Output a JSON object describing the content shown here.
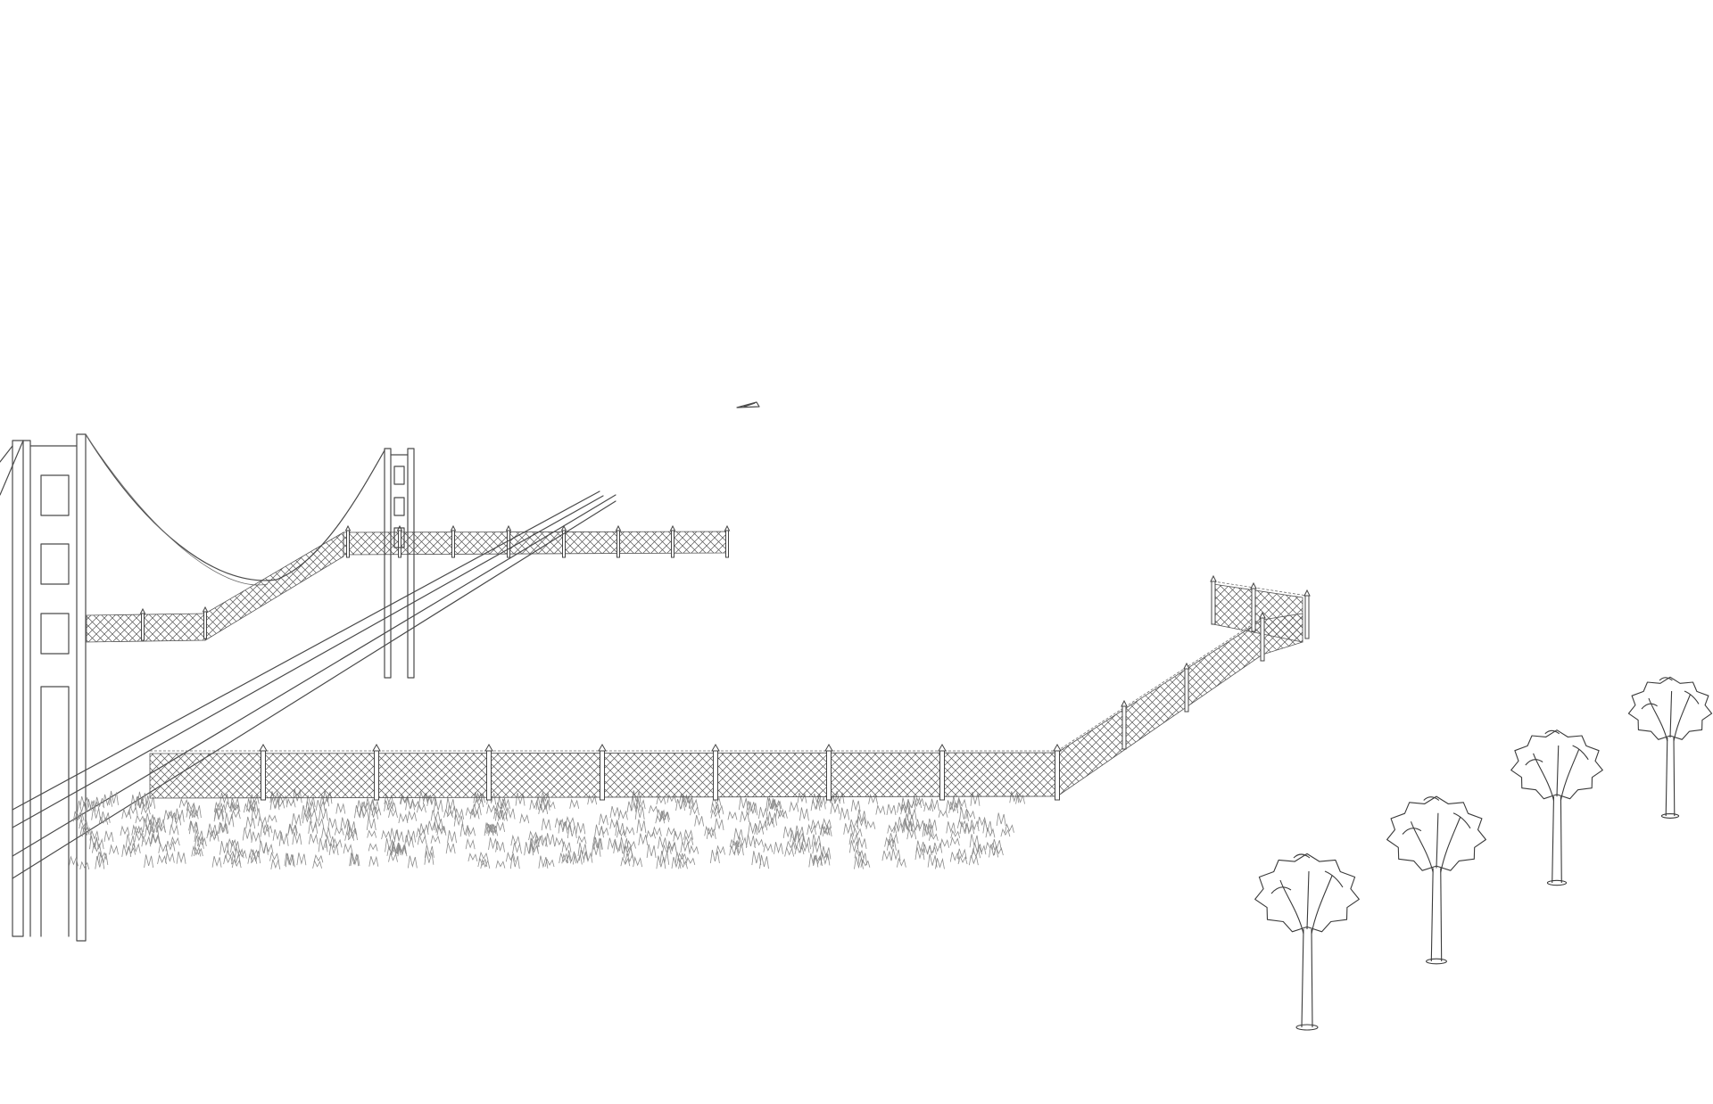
{
  "scene": {
    "background": "#ffffff",
    "line_color": "#4a4a4a",
    "objects": [
      {
        "name": "suspension-bridge",
        "count": 1
      },
      {
        "name": "chain-link-fence",
        "count": 1
      },
      {
        "name": "grass-field",
        "count": 1
      },
      {
        "name": "tree",
        "count": 4
      },
      {
        "name": "paper-plane",
        "count": 1
      }
    ]
  }
}
